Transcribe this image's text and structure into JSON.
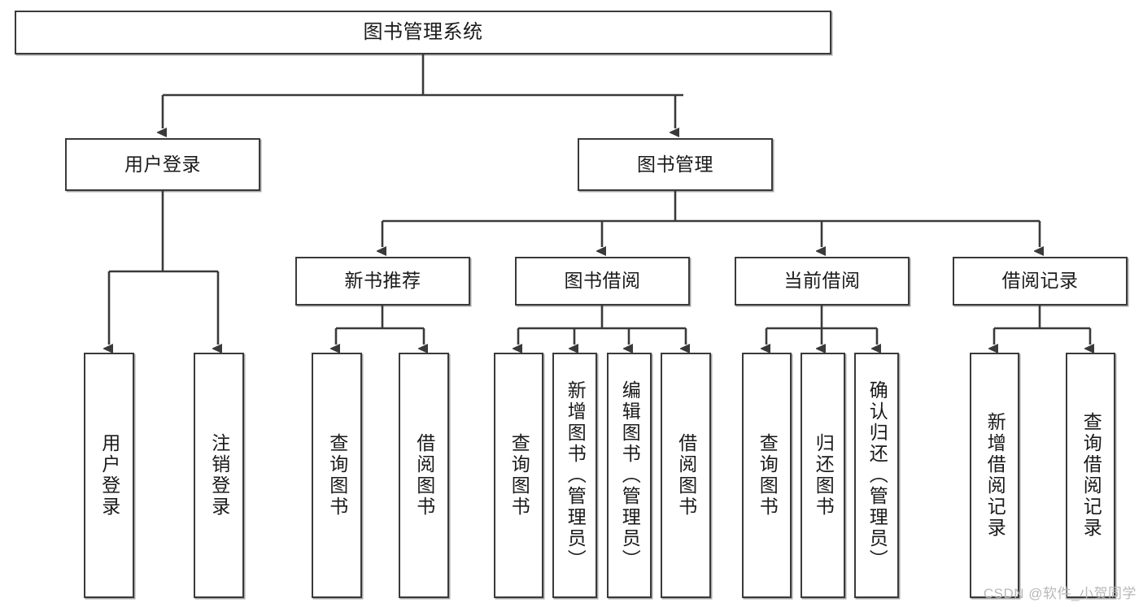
{
  "diagram": {
    "title": "图书管理系统",
    "type": "hierarchy-tree",
    "root": {
      "label": "图书管理系统"
    },
    "level2": [
      {
        "label": "用户登录"
      },
      {
        "label": "图书管理"
      }
    ],
    "level3": [
      {
        "label": "新书推荐"
      },
      {
        "label": "图书借阅"
      },
      {
        "label": "当前借阅"
      },
      {
        "label": "借阅记录"
      }
    ],
    "leaves": {
      "user_login": [
        {
          "label": "用户登录"
        },
        {
          "label": "注销登录"
        }
      ],
      "new_book_recommend": [
        {
          "label": "查询图书"
        },
        {
          "label": "借阅图书"
        }
      ],
      "book_borrow": [
        {
          "label": "查询图书"
        },
        {
          "label": "新增图书（管理员）"
        },
        {
          "label": "编辑图书（管理员）"
        },
        {
          "label": "借阅图书"
        }
      ],
      "current_borrow": [
        {
          "label": "查询图书"
        },
        {
          "label": "归还图书"
        },
        {
          "label": "确认归还（管理员）"
        }
      ],
      "borrow_record": [
        {
          "label": "新增借阅记录"
        },
        {
          "label": "查询借阅记录"
        }
      ]
    }
  },
  "watermark": {
    "text": "CSDN @软件_小贺同学"
  },
  "colors": {
    "border": "#3a3a3a",
    "text": "#1a1a1a",
    "background": "#ffffff",
    "watermark": "#b8b8b8"
  }
}
